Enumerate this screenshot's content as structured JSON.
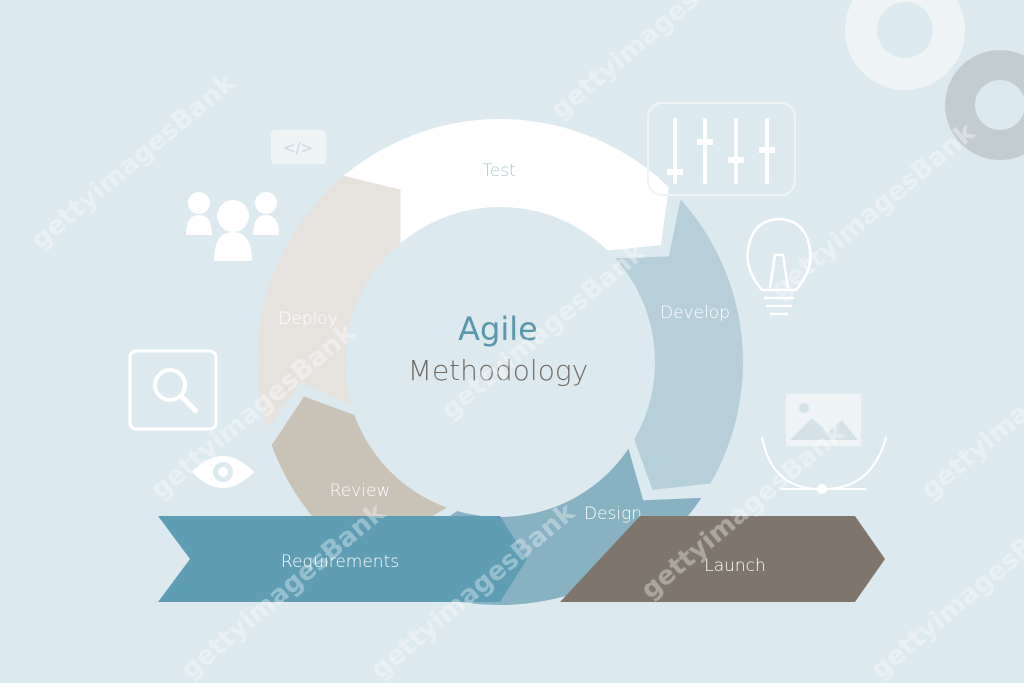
{
  "title": {
    "line1": "Agile",
    "line2": "Methodology"
  },
  "cycle": [
    {
      "label": "Test",
      "color": "#ffffff",
      "text_color": "#a9c6d2"
    },
    {
      "label": "Develop",
      "color": "#b6cfdb",
      "text_color": "#ffffff"
    },
    {
      "label": "Design",
      "color": "#88b1c2",
      "text_color": "#ffffff"
    },
    {
      "label": "Review",
      "color": "#c8c2b7",
      "text_color": "#ffffff"
    },
    {
      "label": "Deploy",
      "color": "#e6e3de",
      "text_color": "#ffffff"
    }
  ],
  "banners": {
    "requirements": {
      "label": "Requirements",
      "color": "#5e9db2"
    },
    "launch": {
      "label": "Launch",
      "color": "#7e766c"
    }
  },
  "colors": {
    "background": "#dce9ee",
    "title_agile": "#5a97ab",
    "title_methodology": "#6f6a64"
  },
  "icons": [
    "code-tag-icon",
    "people-icon",
    "search-icon",
    "eye-icon",
    "sliders-icon",
    "lightbulb-icon",
    "image-curve-icon",
    "gear-icon"
  ],
  "watermark": "gettyimagesBank"
}
